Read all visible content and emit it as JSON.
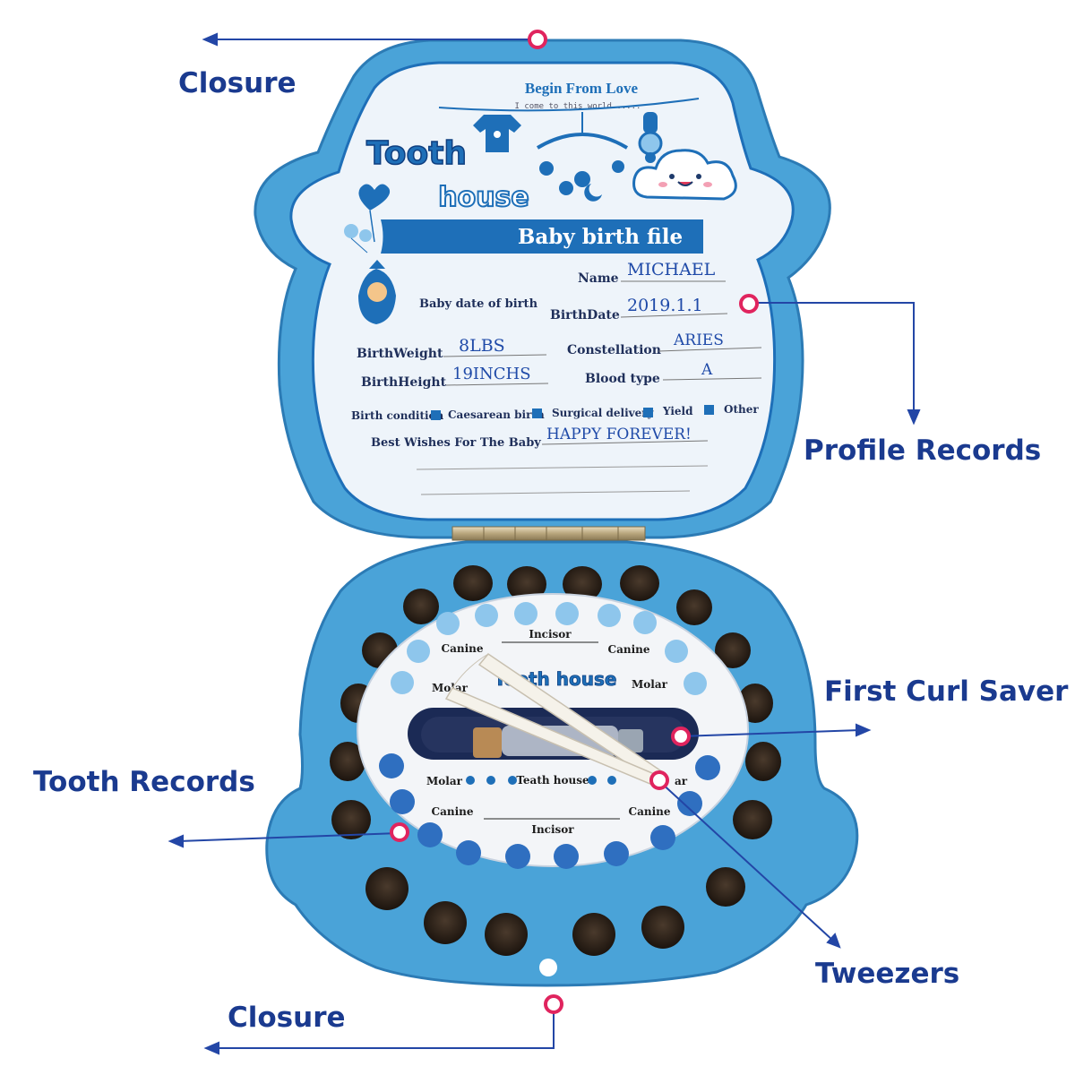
{
  "callouts": {
    "closure_top": "Closure",
    "profile_records": "Profile Records",
    "first_curl_saver": "First Curl Saver",
    "tooth_records": "Tooth Records",
    "tweezers": "Tweezers",
    "closure_bottom": "Closure"
  },
  "lid": {
    "brand": "Begin From Love",
    "tagline": "I come to this world......",
    "logo_line1": "Tooth",
    "logo_line2": "house",
    "banner": "Baby birth file",
    "form": {
      "name_label": "Name",
      "name_value": "MICHAEL",
      "baby_date_label": "Baby date of birth",
      "birthdate_label": "BirthDate",
      "birthdate_value": "2019.1.1",
      "weight_label": "BirthWeight",
      "weight_value": "8LBS",
      "constellation_label": "Constellation",
      "constellation_value": "ARIES",
      "height_label": "BirthHeight",
      "height_value": "19INCHS",
      "blood_label": "Blood type",
      "blood_value": "A",
      "birth_condition_label": "Birth condition",
      "option_caesarean": "Caesarean birth",
      "option_surgical": "Surgical delivery",
      "option_yield": "Yield",
      "option_other": "Other",
      "wishes_label": "Best Wishes For The Baby",
      "wishes_value": "HAPPY FOREVER!"
    }
  },
  "tray": {
    "incisor_top": "Incisor",
    "canine_left_top": "Canine",
    "canine_right_top": "Canine",
    "molar_left_top": "Molar",
    "molar_right_top": "Molar",
    "logo": "Tooth house",
    "molar_left_bottom": "Molar",
    "teath_house": "Teath house",
    "molar_right_bottom_fragment": "ar",
    "canine_left_bottom": "Canine",
    "canine_right_bottom": "Canine",
    "incisor_bottom": "Incisor"
  },
  "colors": {
    "callout_text": "#1a3a8f",
    "arrow": "#2346a6",
    "marker": "#e0245e",
    "box_blue": "#4aa3d8",
    "box_dark": "#1e6fb8",
    "form_text": "#1f4aa8",
    "hole": "#2a2018"
  }
}
